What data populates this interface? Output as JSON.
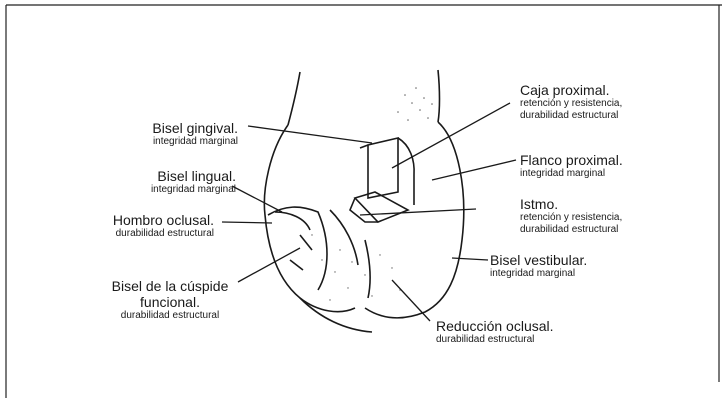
{
  "labels": {
    "bisel_gingival": {
      "title": "Bisel gingival.",
      "subtitle": "integridad marginal"
    },
    "bisel_lingual": {
      "title": "Bisel lingual.",
      "subtitle": "integridad marginal"
    },
    "hombro_oclusal": {
      "title": "Hombro oclusal.",
      "subtitle": "durabilidad estructural"
    },
    "bisel_cuspide": {
      "title": "Bisel de la cúspide",
      "title2": "funcional.",
      "subtitle": "durabilidad estructural"
    },
    "caja_proximal": {
      "title": "Caja proximal.",
      "subtitle": "retención y resistencia,",
      "subtitle2": "durabilidad estructural"
    },
    "flanco_proximal": {
      "title": "Flanco proximal.",
      "subtitle": "integridad marginal"
    },
    "istmo": {
      "title": "Istmo.",
      "subtitle": "retención y resistencia,",
      "subtitle2": "durabilidad estructural"
    },
    "bisel_vestibular": {
      "title": "Bisel vestibular.",
      "subtitle": "integridad marginal"
    },
    "reduccion_oclusal": {
      "title": "Reducción oclusal.",
      "subtitle": "durabilidad estructural"
    }
  }
}
